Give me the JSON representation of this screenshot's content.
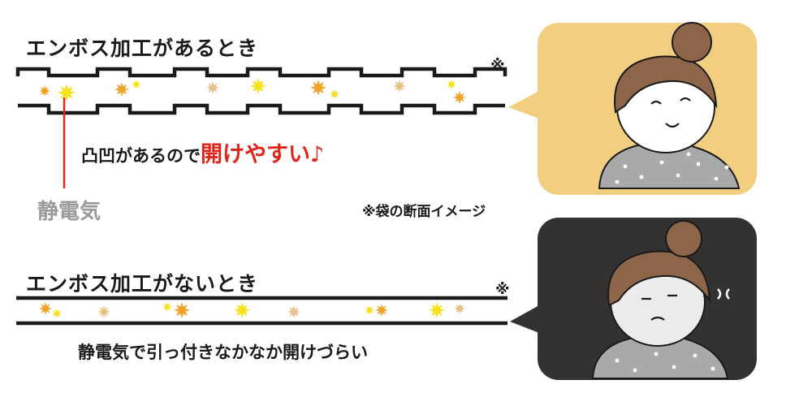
{
  "embossed": {
    "title": "エンボス加工があるとき",
    "note_mark": "※",
    "caption_prefix": "凸凹があるので",
    "caption_highlight": "開けやすい♪"
  },
  "static_label": "静電気",
  "footnote": "※袋の断面イメージ",
  "flat": {
    "title": "エンボス加工がないとき",
    "note_mark": "※",
    "caption": "静電気で引っ付きなかなか開けづらい"
  },
  "colors": {
    "happy_panel": "#f2cf80",
    "troubled_panel": "#343131",
    "accent_red": "#e0251b",
    "spark_yellow": "#f6e21a",
    "spark_orange": "#f0a224",
    "spark_tan": "#e8c08a",
    "hair": "#8d6548",
    "sweater": "#a9a9a9"
  },
  "illustrations": {
    "happy_panel_icon": "smiling-woman-icon",
    "troubled_panel_icon": "frustrated-woman-icon"
  }
}
